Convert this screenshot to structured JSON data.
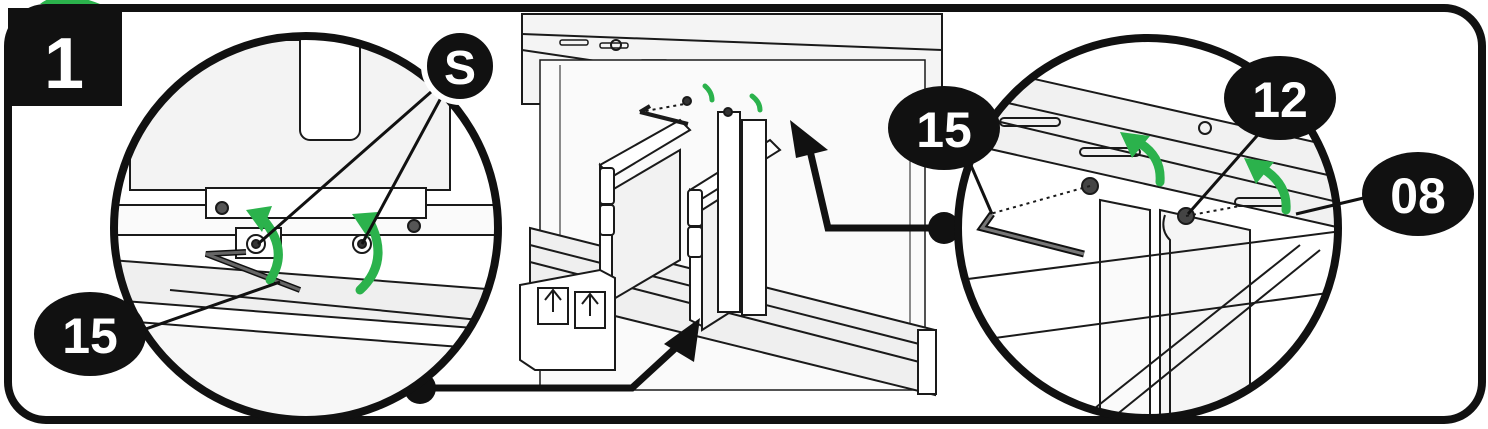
{
  "step": {
    "number": "1"
  },
  "callouts": {
    "left_part": "S",
    "left_tool": "15",
    "right_tool": "15",
    "right_screw": "12",
    "right_part": "08"
  },
  "colors": {
    "accent_green": "#2bb24c",
    "outline": "#111111",
    "background": "#ffffff"
  }
}
